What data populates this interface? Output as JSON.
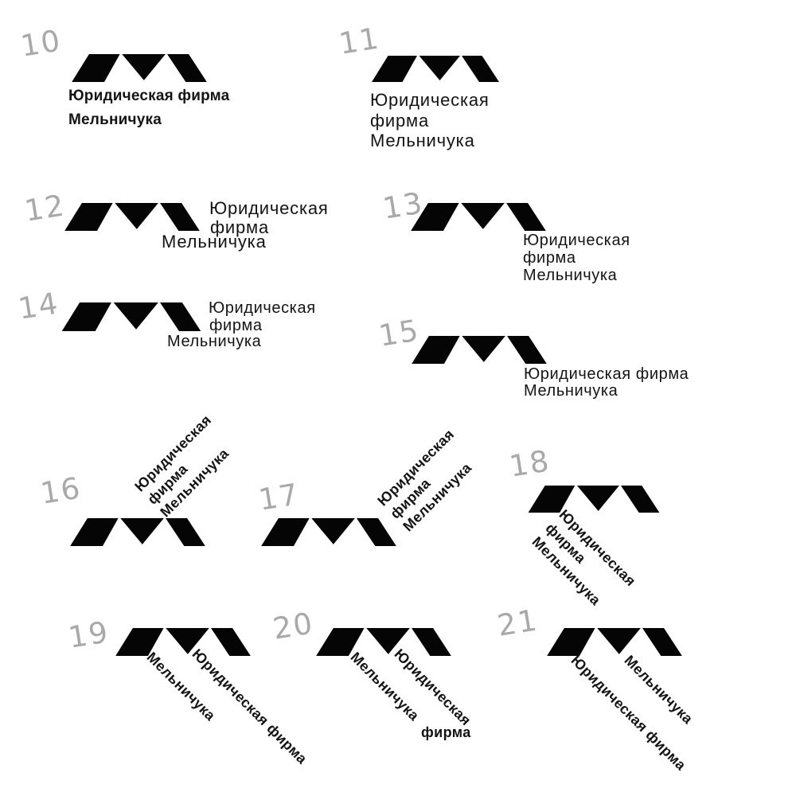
{
  "page": {
    "background": "#ffffff",
    "logo_color": "#050505",
    "text_color": "#141414",
    "handwritten_number_color": "#a9a9a9",
    "sheet_description": "Logo arrangement variants sheet for Melnichuk Law Firm"
  },
  "logo": {
    "icon_name": "melnichuk-m-zigzag-logo",
    "pieces": [
      "left-parallelogram",
      "center-down-triangle",
      "right-parallelogram"
    ]
  },
  "variants": [
    {
      "number": "10",
      "lines": [
        "Юридическая фирма",
        "Мельничука"
      ]
    },
    {
      "number": "11",
      "lines": [
        "Юридическая",
        "фирма",
        "Мельничука"
      ]
    },
    {
      "number": "12",
      "lines": [
        "Юридическая",
        "фирма",
        "Мельничука"
      ]
    },
    {
      "number": "13",
      "lines": [
        "Юридическая",
        "фирма",
        "Мельничука"
      ]
    },
    {
      "number": "14",
      "lines": [
        "Юридическая",
        "фирма",
        "Мельничука"
      ]
    },
    {
      "number": "15",
      "lines": [
        "Юридическая фирма",
        "Мельничука"
      ]
    },
    {
      "number": "16",
      "lines": [
        "Юридическая",
        "фирма",
        "Мельничука"
      ]
    },
    {
      "number": "17",
      "lines": [
        "Юридическая",
        "фирма",
        "Мельничука"
      ]
    },
    {
      "number": "18",
      "lines": [
        "Юридическая",
        "фирма",
        "Мельничука"
      ]
    },
    {
      "number": "19",
      "diag_left": "Мельничука",
      "diag_right": "Юридическая фирма"
    },
    {
      "number": "20",
      "diag_left": "Мельничука",
      "diag_right": "Юридическая",
      "word_horizontal": "фирма"
    },
    {
      "number": "21",
      "diag_left": "Юридическая фирма",
      "diag_right": "Мельничука"
    }
  ]
}
